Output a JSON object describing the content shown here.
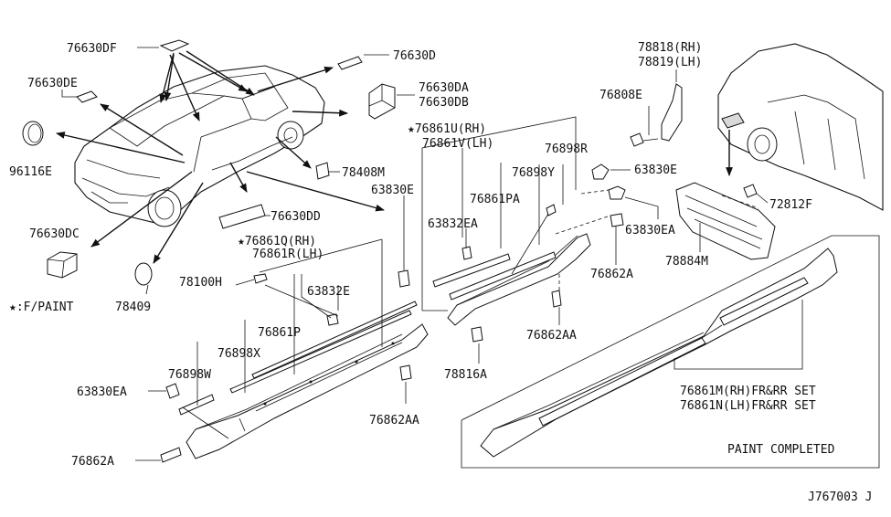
{
  "labels": {
    "p76630DF": "76630DF",
    "p76630D": "76630D",
    "p76630DE": "76630DE",
    "p76630DA": "76630DA",
    "p76630DB": "76630DB",
    "p96116E": "96116E",
    "p78408M": "78408M",
    "p76630DD": "76630DD",
    "p76630DC": "76630DC",
    "p78409": "78409",
    "fpaint": "★:F/PAINT",
    "p76861Q": "★76861Q(RH)",
    "p76861R": "76861R(LH)",
    "p78100H": "78100H",
    "p63832E": "63832E",
    "p76861P": "76861P",
    "p76898X": "76898X",
    "p76898W": "76898W",
    "p63830EA_l": "63830EA",
    "p76862A_l": "76862A",
    "p63830E_l": "63830E",
    "p76862AA_l": "76862AA",
    "p76861U": "★76861U(RH)",
    "p76861V": "76861V(LH)",
    "p76898R": "76898R",
    "p76898Y": "76898Y",
    "p76861PA": "76861PA",
    "p63832EA": "63832EA",
    "p78816A": "78816A",
    "p76862AA_m": "76862AA",
    "p76862A_m": "76862A",
    "p63830EA_m": "63830EA",
    "p63830E_m": "63830E",
    "p78818": "78818(RH)",
    "p78819": "78819(LH)",
    "p76808E": "76808E",
    "p72812F": "72812F",
    "p78884M": "78884M",
    "p76861M": "76861M(RH)FR&RR SET",
    "p76861N": "76861N(LH)FR&RR SET",
    "paint_completed": "PAINT COMPLETED",
    "diagram_code": "J767003 J"
  }
}
